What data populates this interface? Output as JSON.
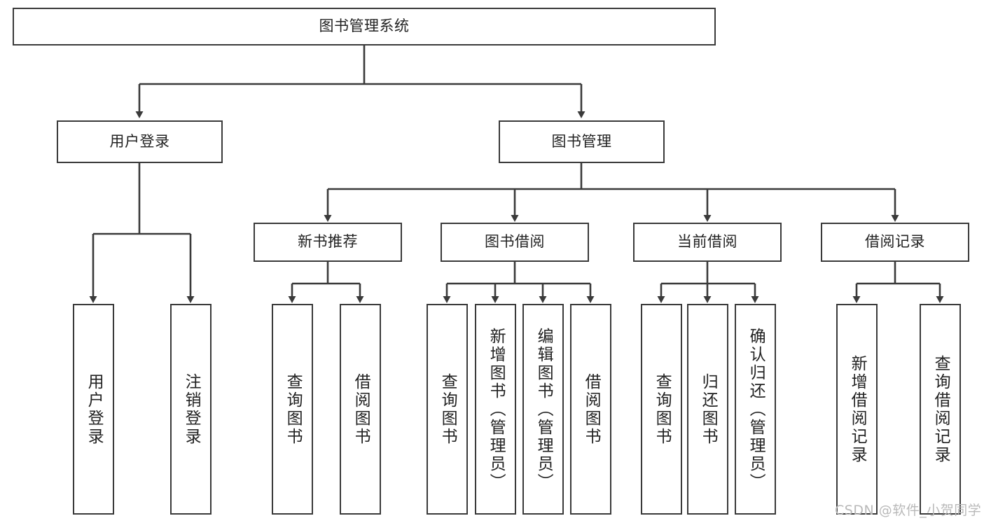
{
  "diagram": {
    "type": "tree",
    "orientation": "top-down",
    "title": "图书管理系统",
    "watermark": "CSDN @软件_小贺同学",
    "colors": {
      "background": "#ffffff",
      "node_border": "#3a3a3a",
      "node_fill": "#ffffff",
      "edge": "#3a3a3a",
      "text": "#222222",
      "watermark": "#b9b9b9"
    },
    "levels": {
      "root": {
        "label": "图书管理系统"
      },
      "level1": [
        {
          "label": "用户登录"
        },
        {
          "label": "图书管理"
        }
      ],
      "level2": [
        {
          "label": "新书推荐"
        },
        {
          "label": "图书借阅"
        },
        {
          "label": "当前借阅"
        },
        {
          "label": "借阅记录"
        }
      ],
      "leaves": [
        {
          "label": "用户登录",
          "parent": "用户登录"
        },
        {
          "label": "注销登录",
          "parent": "用户登录"
        },
        {
          "label": "查询图书",
          "parent": "新书推荐"
        },
        {
          "label": "借阅图书",
          "parent": "新书推荐"
        },
        {
          "label": "查询图书",
          "parent": "图书借阅"
        },
        {
          "label": "新增图书（管理员）",
          "parent": "图书借阅"
        },
        {
          "label": "编辑图书（管理员）",
          "parent": "图书借阅"
        },
        {
          "label": "借阅图书",
          "parent": "图书借阅"
        },
        {
          "label": "查询图书",
          "parent": "当前借阅"
        },
        {
          "label": "归还图书",
          "parent": "当前借阅"
        },
        {
          "label": "确认归还（管理员）",
          "parent": "当前借阅"
        },
        {
          "label": "新增借阅记录",
          "parent": "借阅记录"
        },
        {
          "label": "查询借阅记录",
          "parent": "借阅记录"
        }
      ]
    }
  }
}
